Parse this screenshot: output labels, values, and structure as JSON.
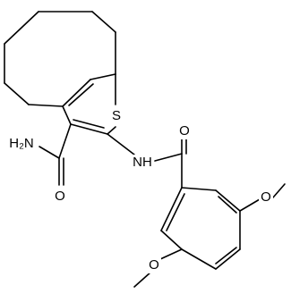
{
  "molecule": {
    "atoms": {
      "s1": "S",
      "o_amide": "O",
      "n_amide": "H₂N",
      "nh": "NH",
      "o_benzamide": "O",
      "o_methoxy_a": "O",
      "o_methoxy_b": "O"
    }
  },
  "colors": {
    "bond": "#000000",
    "label": "#000000",
    "background": "#ffffff"
  }
}
